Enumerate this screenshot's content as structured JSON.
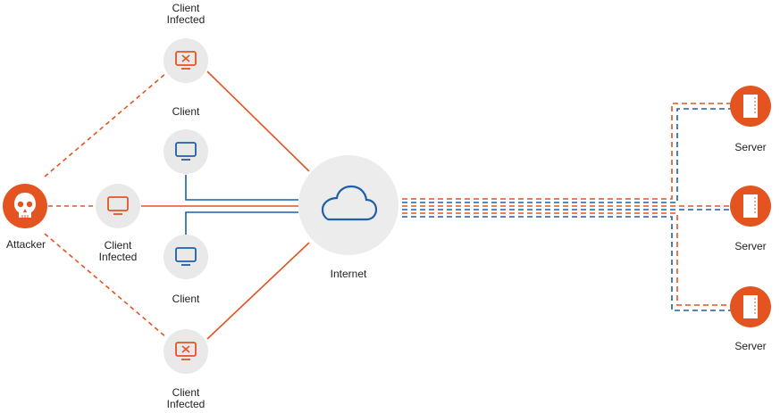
{
  "colors": {
    "orange": "#e35420",
    "blue": "#1f5fa8",
    "node_bg": "#e9e9e9",
    "internet_bg": "#ececec",
    "text": "#222222"
  },
  "nodes": {
    "client_infected_top": {
      "line1": "Client",
      "line2": "Infected",
      "icon": "infected-monitor-icon"
    },
    "client_top": {
      "line1": "Client",
      "icon": "monitor-icon"
    },
    "client_infected_mid": {
      "line1": "Client",
      "line2": "Infected",
      "icon": "infected-monitor-icon"
    },
    "client_bottom": {
      "line1": "Client",
      "icon": "monitor-icon"
    },
    "client_infected_bottom": {
      "line1": "Client",
      "line2": "Infected",
      "icon": "infected-monitor-icon"
    },
    "attacker": {
      "label": "Attacker",
      "icon": "skull-icon"
    },
    "internet": {
      "label": "Internet",
      "icon": "cloud-icon"
    },
    "servers": [
      {
        "label": "Server",
        "icon": "server-icon"
      },
      {
        "label": "Server",
        "icon": "server-icon"
      },
      {
        "label": "Server",
        "icon": "server-icon"
      }
    ]
  }
}
